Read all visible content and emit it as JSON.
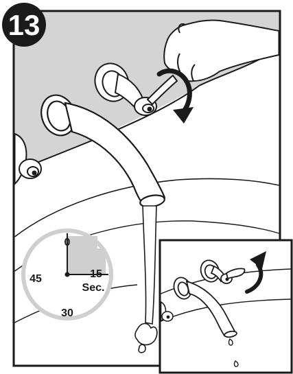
{
  "step": {
    "number": "13"
  },
  "timer": {
    "labels": {
      "top": "0",
      "right": "15",
      "bottom": "30",
      "left": "45"
    },
    "unit": "Sec.",
    "elapsed_fraction": 0.25
  },
  "icons": [
    "step-number-badge",
    "hand-icon",
    "rotate-clockwise-arrow-icon",
    "rotate-counterclockwise-arrow-icon",
    "stopwatch-icon",
    "water-stream-icon"
  ],
  "colors": {
    "line": "#1a1a1a",
    "wall": "#d4d4d4",
    "dial_ring": "#cfcfcf",
    "dial_fill": "#cfcfcf",
    "background": "#ffffff"
  }
}
